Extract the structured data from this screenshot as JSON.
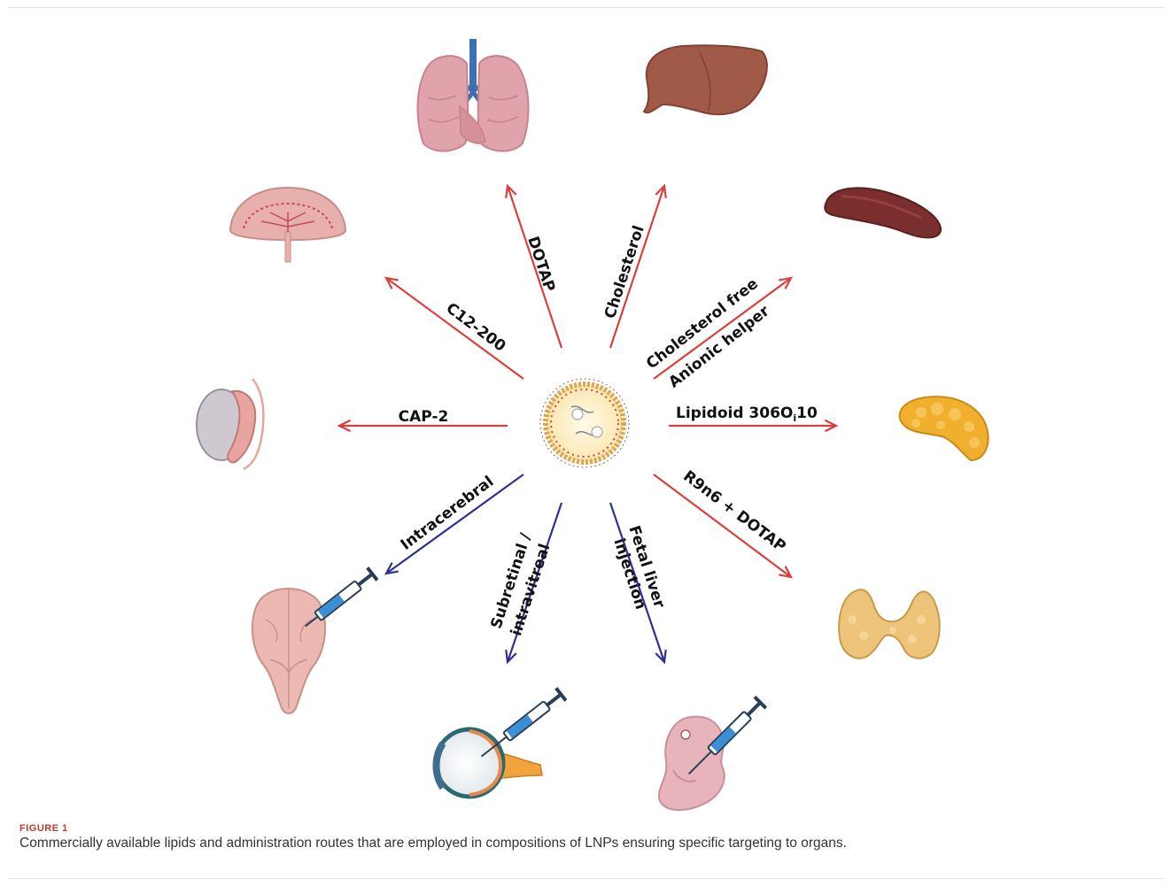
{
  "colors": {
    "lipid_arrow": "#d9403d",
    "route_arrow": "#2e3192",
    "lungs": "#e0a3ab",
    "liver": "#a25a48",
    "spleen": "#7a2e2e",
    "pancreas": "#f0b02e",
    "thyroid": "#edc47a",
    "bladder": "#e8b0ac",
    "testis": "#cfc8d0",
    "brain": "#ecb9b2",
    "eye": "#f2a43c",
    "embryo": "#e8b4bc",
    "syringe": "#3a8fd6"
  },
  "icons": [
    "lungs-icon",
    "liver-icon",
    "spleen-icon",
    "pancreas-icon",
    "thyroid-icon",
    "embryo-syringe-icon",
    "eye-syringe-icon",
    "brain-syringe-icon",
    "testis-icon",
    "bladder-icon",
    "lipid-nanoparticle-icon"
  ],
  "arrows": {
    "dotap": "DOTAP",
    "cholesterol": "Cholesterol",
    "cholesterol_free": "Cholesterol free",
    "anionic_helper": "Anionic helper",
    "lipidoid_main": "Lipidoid 306O",
    "lipidoid_sub": "i",
    "lipidoid_tail": "10",
    "r9n6": "R9n6 + DOTAP",
    "fetal_liver": "Fetal liver",
    "injection": "injection",
    "subretinal": "Subretinal /",
    "intravitreal": "intravitreal",
    "intracerebral": "Intracerebral",
    "cap2": "CAP-2",
    "c12_200": "C12-200"
  },
  "caption": {
    "label": "FIGURE 1",
    "text": "Commercially available lipids and administration routes that are employed in compositions of LNPs ensuring specific targeting to organs."
  }
}
